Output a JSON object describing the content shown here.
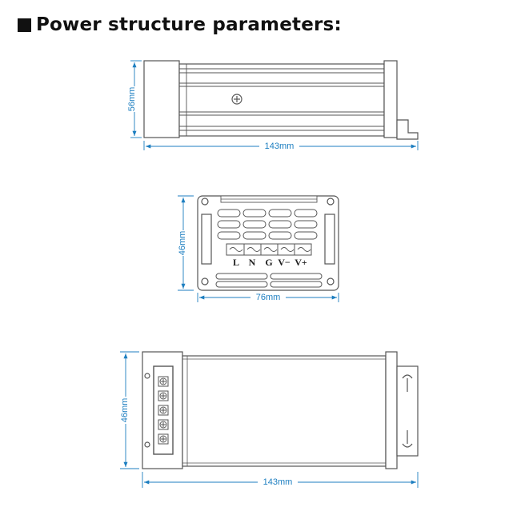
{
  "title": "Power structure parameters:",
  "colors": {
    "dimension": "#1c7ec0",
    "outline": "#555555"
  },
  "views": {
    "side": {
      "height_label": "56mm",
      "length_label": "143mm"
    },
    "end": {
      "height_label": "46mm",
      "width_label": "76mm",
      "terminals": [
        "L",
        "N",
        "G",
        "V−",
        "V+"
      ]
    },
    "top": {
      "height_label": "46mm",
      "length_label": "143mm"
    }
  }
}
